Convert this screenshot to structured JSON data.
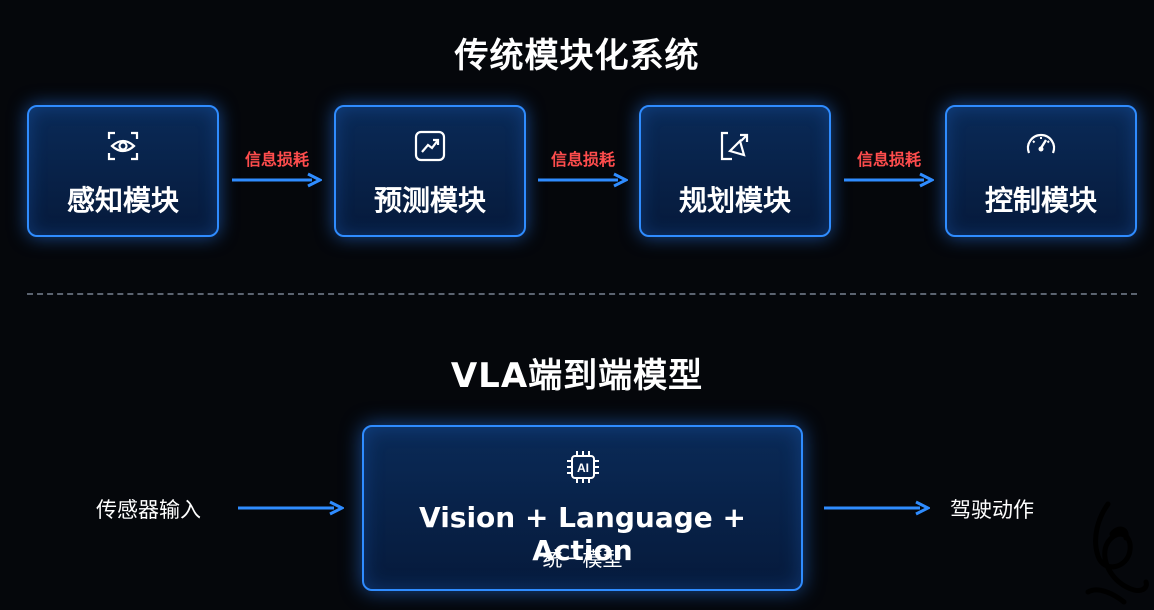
{
  "traditional": {
    "title": "传统模块化系统",
    "modules": [
      {
        "label": "感知模块",
        "icon": "eye-scan-icon"
      },
      {
        "label": "预测模块",
        "icon": "trend-chart-icon"
      },
      {
        "label": "规划模块",
        "icon": "route-arrow-icon"
      },
      {
        "label": "控制模块",
        "icon": "speedometer-icon"
      }
    ],
    "loss_labels": [
      "信息损耗",
      "信息损耗",
      "信息损耗"
    ]
  },
  "vla": {
    "title": "VLA端到端模型",
    "input_label": "传感器输入",
    "model_title": "Vision + Language + Action",
    "model_subtitle": "统一模型",
    "output_label": "驾驶动作",
    "chip_text": "AI",
    "icon": "ai-chip-icon"
  },
  "colors": {
    "background": "#05070b",
    "accent_blue": "#2f8cff",
    "loss_red": "#ff4d4d"
  }
}
